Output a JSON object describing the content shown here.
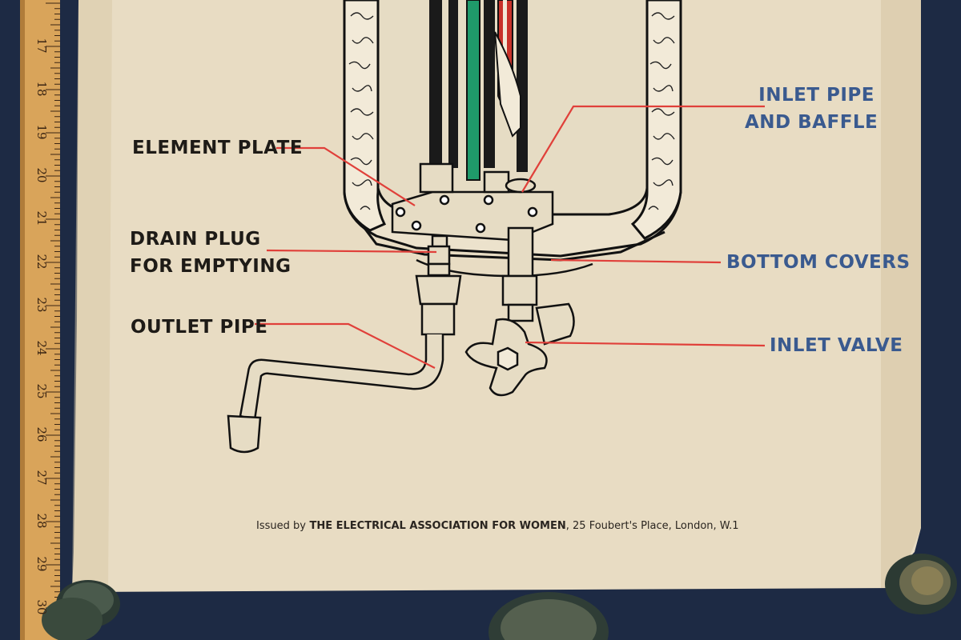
{
  "labels": {
    "element_plate": "ELEMENT PLATE",
    "drain_plug_line1": "DRAIN PLUG",
    "drain_plug_line2": "FOR EMPTYING",
    "outlet_pipe": "OUTLET PIPE",
    "inlet_pipe_line1": "INLET PIPE",
    "inlet_pipe_line2": "AND BAFFLE",
    "bottom_covers": "BOTTOM COVERS",
    "inlet_valve": "INLET VALVE"
  },
  "footer": {
    "prefix": "Issued by",
    "org": "THE ELECTRICAL ASSOCIATION FOR WOMEN",
    "address": ", 25 Foubert's Place, London, W.1"
  },
  "ruler": {
    "numbers": [
      "17",
      "18",
      "19",
      "20",
      "21",
      "22",
      "23",
      "24",
      "25",
      "26",
      "27",
      "28",
      "29",
      "30"
    ]
  },
  "colors": {
    "paper": "#e8dcc3",
    "leader": "#e0403a",
    "label_dark": "#1e1b17",
    "label_blue": "#3a5a8f",
    "element_green": "#1f9a6a",
    "element_red": "#c8322a",
    "background": "#1d2a44",
    "ruler": "#d9a45a"
  }
}
